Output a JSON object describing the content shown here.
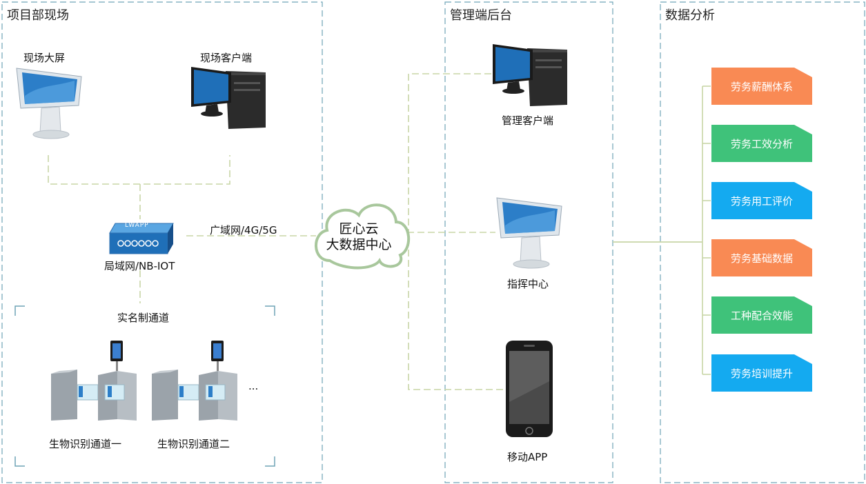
{
  "sections": {
    "site": "项目部现场",
    "admin": "管理端后台",
    "analysis": "数据分析"
  },
  "site": {
    "big_screen": "现场大屏",
    "site_client": "现场客户端",
    "router": "局域网/NB-IOT",
    "router_brand": "LWAPP",
    "wan": "广域网/4G/5G",
    "channel_group": "实名制通道",
    "gate1": "生物识别通道一",
    "gate2": "生物识别通道二",
    "more": "..."
  },
  "cloud": {
    "line1": "匠心云",
    "line2": "大数据中心"
  },
  "admin": {
    "client": "管理客户端",
    "command": "指挥中心",
    "mobile": "移动APP"
  },
  "analysis": {
    "items": [
      {
        "label": "劳务薪酬体系",
        "color": "#f98a54"
      },
      {
        "label": "劳务工效分析",
        "color": "#3fc27a"
      },
      {
        "label": "劳务用工评价",
        "color": "#14aaf0"
      },
      {
        "label": "劳务基础数据",
        "color": "#f98a54"
      },
      {
        "label": "工种配合效能",
        "color": "#3fc27a"
      },
      {
        "label": "劳务培训提升",
        "color": "#14aaf0"
      }
    ]
  },
  "colors": {
    "frame": "#6fa4b6",
    "connector": "#c8d5a6",
    "cloud": "#a8c79c"
  }
}
